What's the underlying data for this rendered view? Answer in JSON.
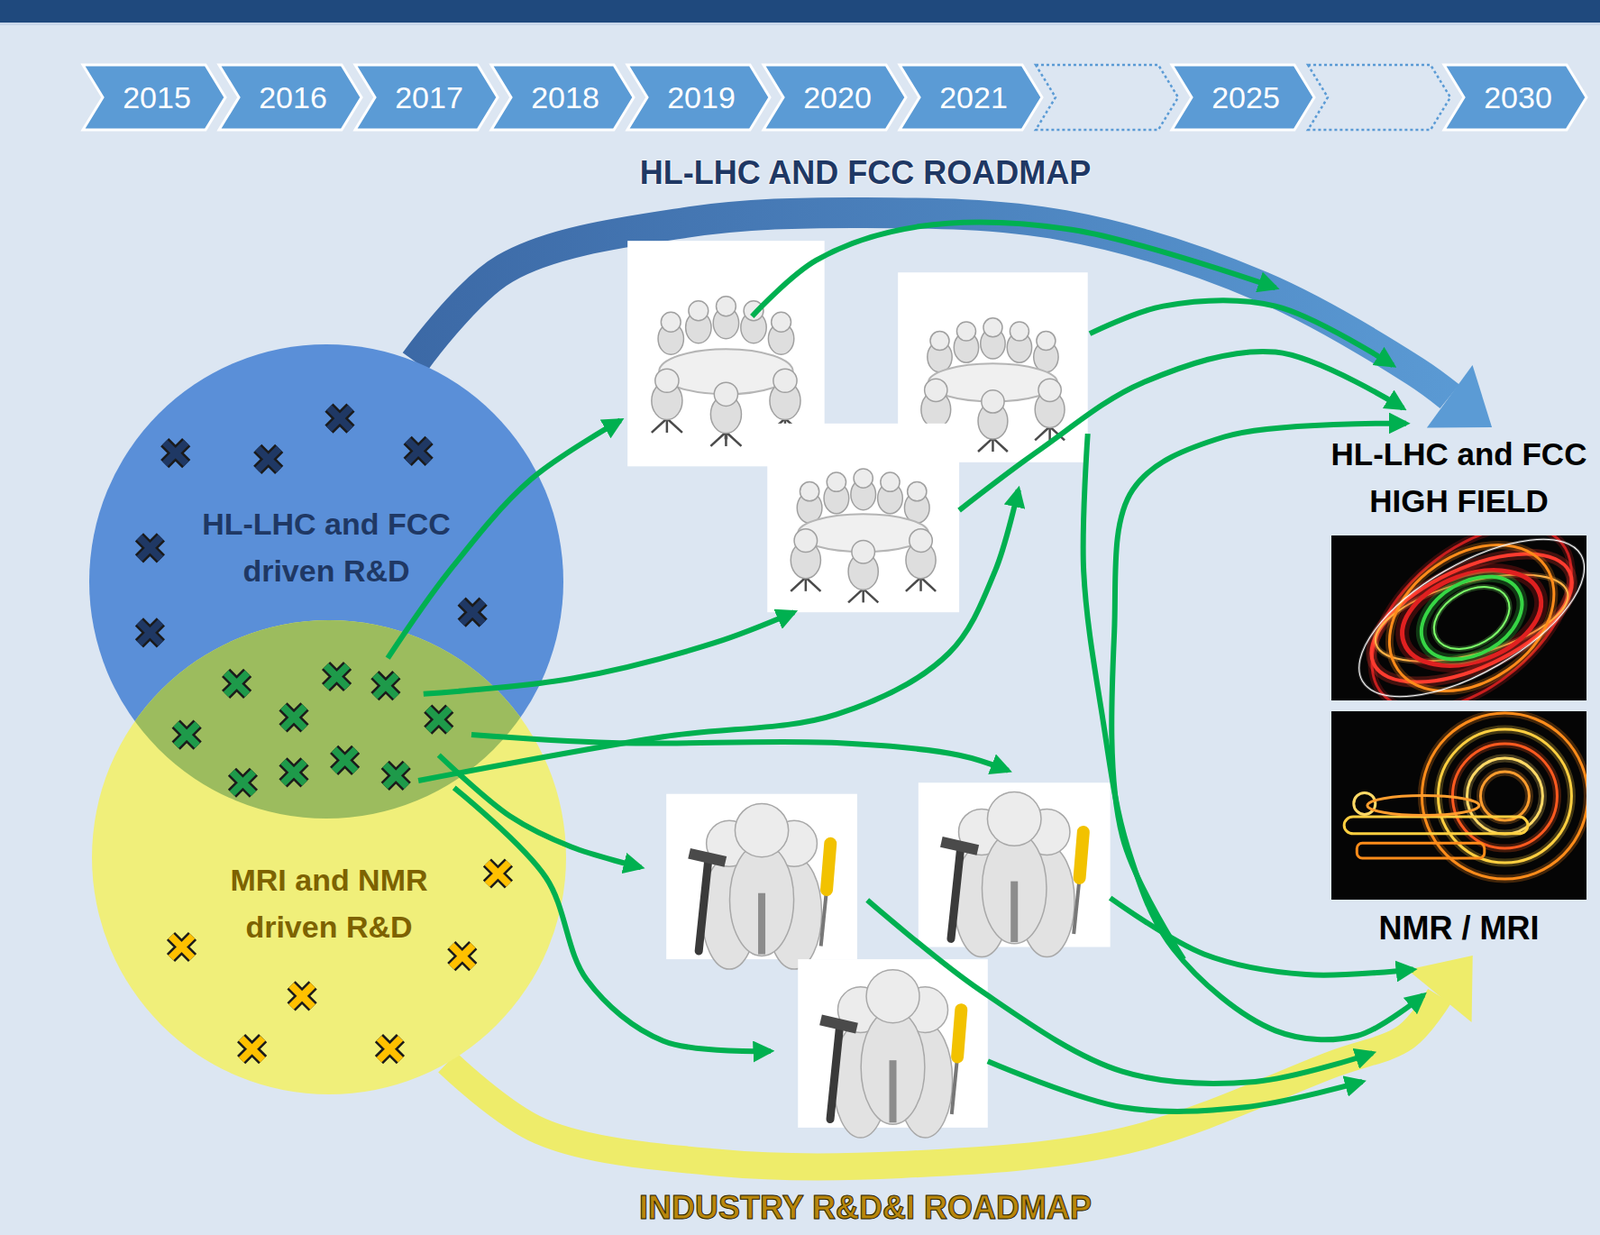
{
  "diagram": {
    "nodes": [
      {
        "text": [
          "HL-LHC and FCC driven R&D"
        ]
      },
      {
        "text": [
          "MRI and NMR driven R&D"
        ]
      },
      {
        "text": [
          "HL-LHC and FCC HIGH FIELD"
        ]
      },
      {
        "text": [
          "NMR / MRI"
        ]
      }
    ],
    "edges": [
      {
        "from": 0,
        "to": 2,
        "arrow": "to",
        "label": "HL-LHC AND FCC ROADMAP"
      },
      {
        "from": 1,
        "to": 3,
        "arrow": "to",
        "label": "INDUSTRY R&D&I ROADMAP"
      }
    ],
    "labels": [
      "2015",
      "2016",
      "2017",
      "2018",
      "2019",
      "2020",
      "2021",
      "2025",
      "2030"
    ]
  }
}
